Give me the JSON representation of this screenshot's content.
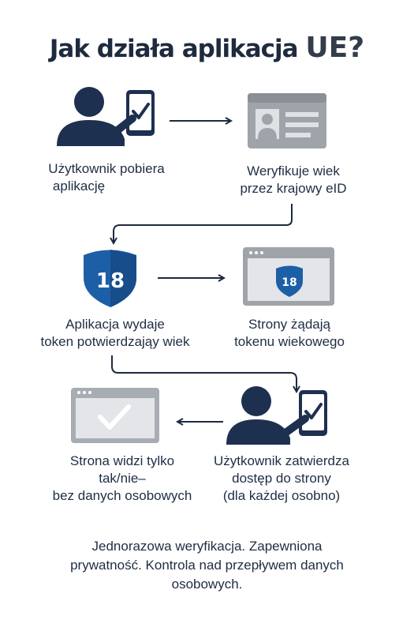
{
  "title": {
    "text": "Jak działa aplikacja",
    "accent": "UE?"
  },
  "steps": {
    "s1": {
      "line1": "Użytkownik pobiera",
      "line2": "aplikację"
    },
    "s2": {
      "line1": "Weryfikuje wiek",
      "line2": "przez krajowy eID"
    },
    "s3": {
      "line1": "Aplikacja wydaje",
      "line2": "token potwierdzająy wiek"
    },
    "s4": {
      "line1": "Strony żądają",
      "line2": "tokenu wiekowego"
    },
    "s5": {
      "line1": "Użytkownik zatwierdza",
      "line2": "dostęp do strony",
      "line3": "(dla każdej osobno)"
    },
    "s6": {
      "line1": "Strona widzi tylko",
      "line2": "tak/nie–",
      "line3": "bez danych osobowych"
    }
  },
  "badge": {
    "number": "18"
  },
  "footer": {
    "line1": "Jednorazowa weryfikacja. Zapewniona",
    "line2": "prywatność. Kontrola nad przepływem danych",
    "line3": "osobowych."
  },
  "colors": {
    "navy": "#1e3050",
    "gray": "#9aa1a8",
    "light": "#d6d9dc",
    "blue": "#1d5fa6"
  }
}
